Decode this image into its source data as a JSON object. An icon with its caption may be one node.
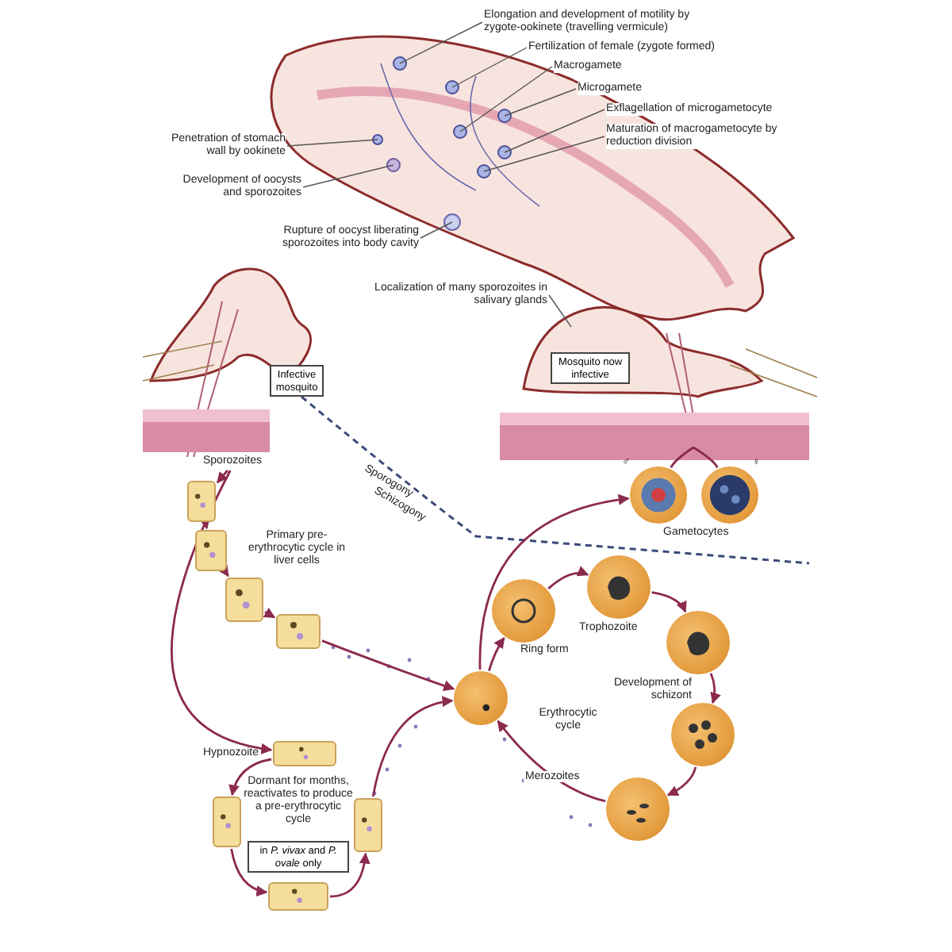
{
  "diagram": {
    "nodes": [
      {
        "text": [
          "Elongation and development of motility by zygote-ookinete (travelling vermicule)"
        ]
      },
      {
        "text": [
          "Fertilization of female (zygote formed)"
        ]
      },
      {
        "text": [
          "Macrogamete"
        ]
      },
      {
        "text": [
          "Microgamete"
        ]
      },
      {
        "text": [
          "Exflagellation of microgametocyte"
        ]
      },
      {
        "text": [
          "Maturation of macrogametocyte by reduction division"
        ]
      },
      {
        "text": [
          "Penetration of stomach wall by ookinete"
        ]
      },
      {
        "text": [
          "Development of oocysts and sporozoites"
        ]
      },
      {
        "text": [
          "Rupture of oocyst liberating sporozoites into body cavity"
        ]
      },
      {
        "text": [
          "Localization of many sporozoites in salivary glands"
        ]
      },
      {
        "text": [
          "Infective mosquito"
        ]
      },
      {
        "text": [
          "Mosquito now infective"
        ]
      },
      {
        "text": [],
        "shape": "circle",
        "beside": [
          "♂"
        ]
      },
      {
        "text": [],
        "shape": "circle",
        "beside": [
          "♀"
        ]
      },
      {
        "text": [],
        "shape": "box"
      },
      {
        "text": [],
        "shape": "box"
      },
      {
        "text": [],
        "shape": "box"
      },
      {
        "text": [],
        "shape": "box"
      },
      {
        "text": [],
        "shape": "circle"
      },
      {
        "text": [],
        "shape": "circle",
        "beside": [
          "Ring form"
        ]
      },
      {
        "text": [],
        "shape": "circle",
        "beside": [
          "Trophozoite"
        ]
      },
      {
        "text": [],
        "shape": "circle",
        "beside": [
          "Development of schizont"
        ]
      },
      {
        "text": [],
        "shape": "circle"
      },
      {
        "text": [],
        "shape": "circle"
      },
      {
        "text": [],
        "shape": "box",
        "beside": [
          "Hypnozoite"
        ]
      },
      {
        "text": [],
        "shape": "box"
      },
      {
        "text": [],
        "shape": "box"
      },
      {
        "text": [],
        "shape": "box"
      },
      {
        "text": [
          "in *P. vivax* and *P. ovale* only"
        ]
      },
      {
        "text": [
          "Sporozoites"
        ]
      }
    ],
    "edges": [
      {
        "from": 0,
        "to": null,
        "arrow": "none"
      },
      {
        "from": 1,
        "to": null,
        "arrow": "none"
      },
      {
        "from": 2,
        "to": null,
        "arrow": "none"
      },
      {
        "from": 3,
        "to": null,
        "arrow": "none"
      },
      {
        "from": 4,
        "to": null,
        "arrow": "none"
      },
      {
        "from": 5,
        "to": null,
        "arrow": "none"
      },
      {
        "from": 6,
        "to": null,
        "arrow": "none"
      },
      {
        "from": 7,
        "to": null,
        "arrow": "none"
      },
      {
        "from": 8,
        "to": null,
        "arrow": "none"
      },
      {
        "from": 9,
        "to": null,
        "arrow": "none"
      },
      {
        "from": 29,
        "to": 14,
        "arrow": "to"
      },
      {
        "from": 14,
        "to": 15,
        "arrow": "to"
      },
      {
        "from": 15,
        "to": 16,
        "arrow": "to"
      },
      {
        "from": 16,
        "to": 17,
        "arrow": "to"
      },
      {
        "from": 17,
        "to": 18,
        "arrow": "to"
      },
      {
        "from": 18,
        "to": 19,
        "arrow": "to"
      },
      {
        "from": 19,
        "to": 20,
        "arrow": "to"
      },
      {
        "from": 20,
        "to": 21,
        "arrow": "to"
      },
      {
        "from": 21,
        "to": 22,
        "arrow": "to"
      },
      {
        "from": 22,
        "to": 23,
        "arrow": "to"
      },
      {
        "from": 23,
        "to": 18,
        "arrow": "to",
        "label": "Merozoites"
      },
      {
        "from": 18,
        "to": 12,
        "arrow": "to"
      },
      {
        "from": 12,
        "to": null,
        "arrow": "none"
      },
      {
        "from": 13,
        "to": null,
        "arrow": "none"
      },
      {
        "from": 29,
        "to": 24,
        "arrow": "to"
      },
      {
        "from": 24,
        "to": 25,
        "arrow": "to"
      },
      {
        "from": 25,
        "to": 26,
        "arrow": "to"
      },
      {
        "from": 26,
        "to": 27,
        "arrow": "to"
      },
      {
        "from": 27,
        "to": 18,
        "arrow": "to"
      }
    ],
    "labels": [
      "Sporogony",
      "Schizogony",
      "Gametocytes",
      "Primary pre-erythrocytic cycle in liver cells",
      "Erythrocytic cycle",
      "Dormant for months, reactivates to produce a pre-erythrocytic cycle"
    ]
  }
}
